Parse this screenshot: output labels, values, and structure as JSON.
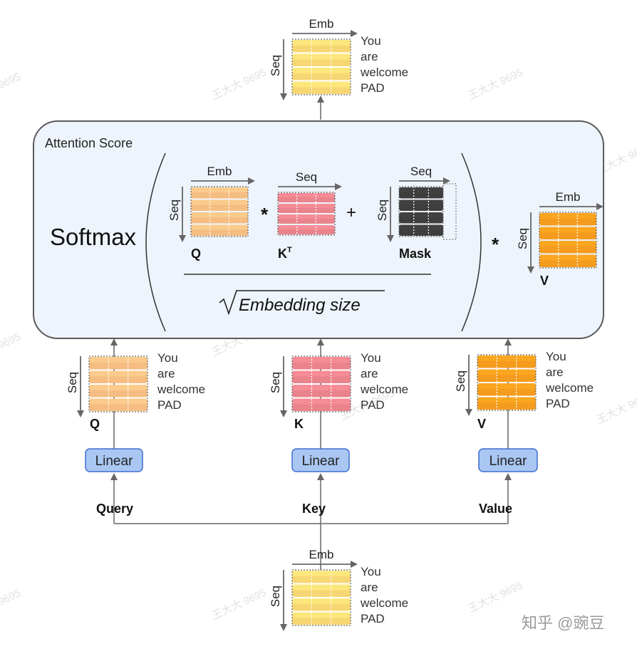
{
  "labels": {
    "emb": "Emb",
    "seq": "Seq",
    "attention_score": "Attention Score",
    "softmax": "Softmax",
    "denominator": "Embedding size",
    "mask": "Mask",
    "q": "Q",
    "k": "K",
    "k_sup": "T",
    "v": "V",
    "linear": "Linear",
    "query": "Query",
    "key": "Key",
    "value": "Value",
    "mul": "*",
    "plus": "+"
  },
  "tokens": [
    "You",
    "are",
    "welcome",
    "PAD"
  ],
  "watermark": {
    "repeat": "王大大 9695",
    "partial": "9695",
    "credit": "知乎 @豌豆"
  },
  "colors": {
    "yellow": "#f7d774",
    "light_orange": "#f6bd82",
    "pink": "#e9838c",
    "dark": "#3e3e3e",
    "orange": "#f59b1e",
    "linear_fill": "#a9c7f2",
    "linear_stroke": "#3f6fd1",
    "panel_fill": "#eef4fb"
  }
}
